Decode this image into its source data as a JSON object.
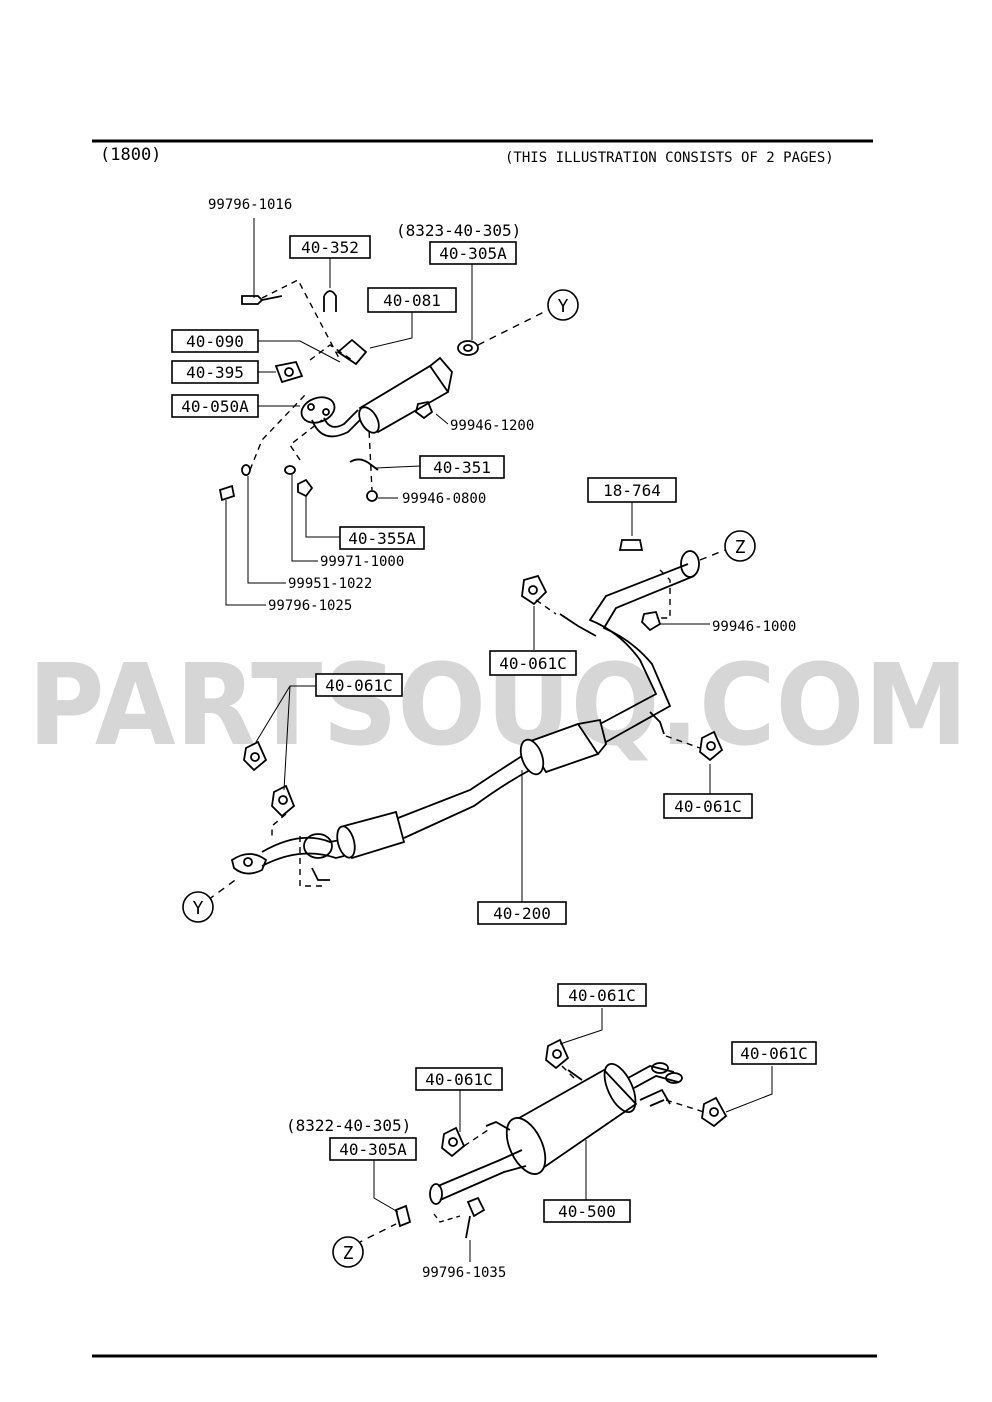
{
  "header": {
    "left": "(1800)",
    "right": "(THIS ILLUSTRATION CONSISTS OF  2 PAGES)"
  },
  "watermark": "PARTSOUQ.COM",
  "callouts": {
    "y_top": "Y",
    "y_bottom": "Y",
    "z_top": "Z",
    "z_bottom": "Z"
  },
  "labels": {
    "b_40_352": "40-352",
    "ref_8323": "(8323-40-305)",
    "b_40_305a_top": "40-305A",
    "b_40_081": "40-081",
    "b_40_090": "40-090",
    "b_40_395": "40-395",
    "b_40_050a": "40-050A",
    "b_40_351": "40-351",
    "b_40_355a": "40-355A",
    "b_18_764": "18-764",
    "b_40_061c_a": "40-061C",
    "b_40_061c_b": "40-061C",
    "b_40_061c_c": "40-061C",
    "b_40_200": "40-200",
    "b_40_061c_d": "40-061C",
    "b_40_061c_e": "40-061C",
    "b_40_061c_f": "40-061C",
    "ref_8322": "(8322-40-305)",
    "b_40_305a_bottom": "40-305A",
    "b_40_500": "40-500",
    "p_99796_1016": "99796-1016",
    "p_99946_1200": "99946-1200",
    "p_99946_0800": "99946-0800",
    "p_99971_1000": "99971-1000",
    "p_99951_1022": "99951-1022",
    "p_99796_1025": "99796-1025",
    "p_99946_1000": "99946-1000",
    "p_99796_1035": "99796-1035"
  }
}
